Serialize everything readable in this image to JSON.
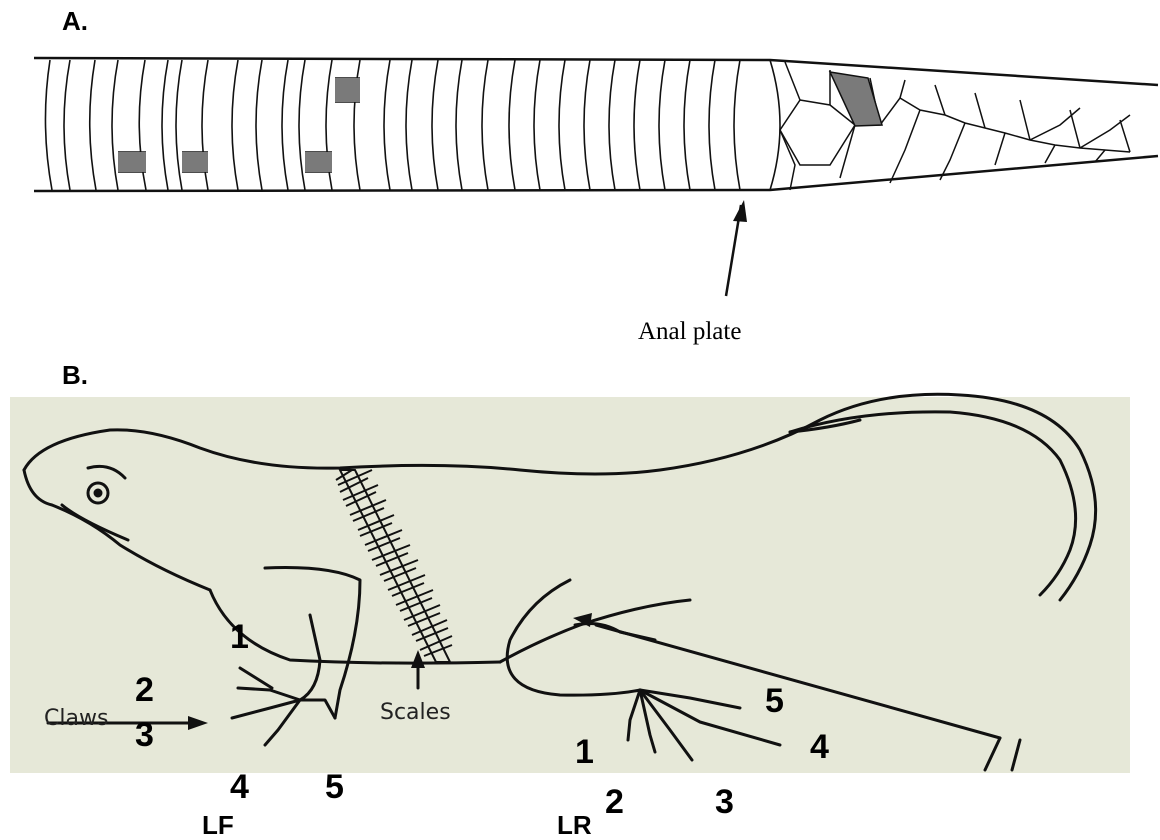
{
  "panel_a": {
    "label": "A.",
    "annotation": "Anal plate"
  },
  "panel_b": {
    "label": "B.",
    "claws_label": "Claws",
    "scales_label": "Scales",
    "front_digits": [
      "1",
      "2",
      "3",
      "4",
      "5"
    ],
    "rear_digits": [
      "1",
      "2",
      "3",
      "4",
      "5"
    ],
    "front_foot_code": "LF",
    "rear_foot_code": "LR"
  },
  "colors": {
    "marked_scale": "#7a7a7a",
    "photo_background": "#e6e8d8",
    "line": "#111111"
  }
}
